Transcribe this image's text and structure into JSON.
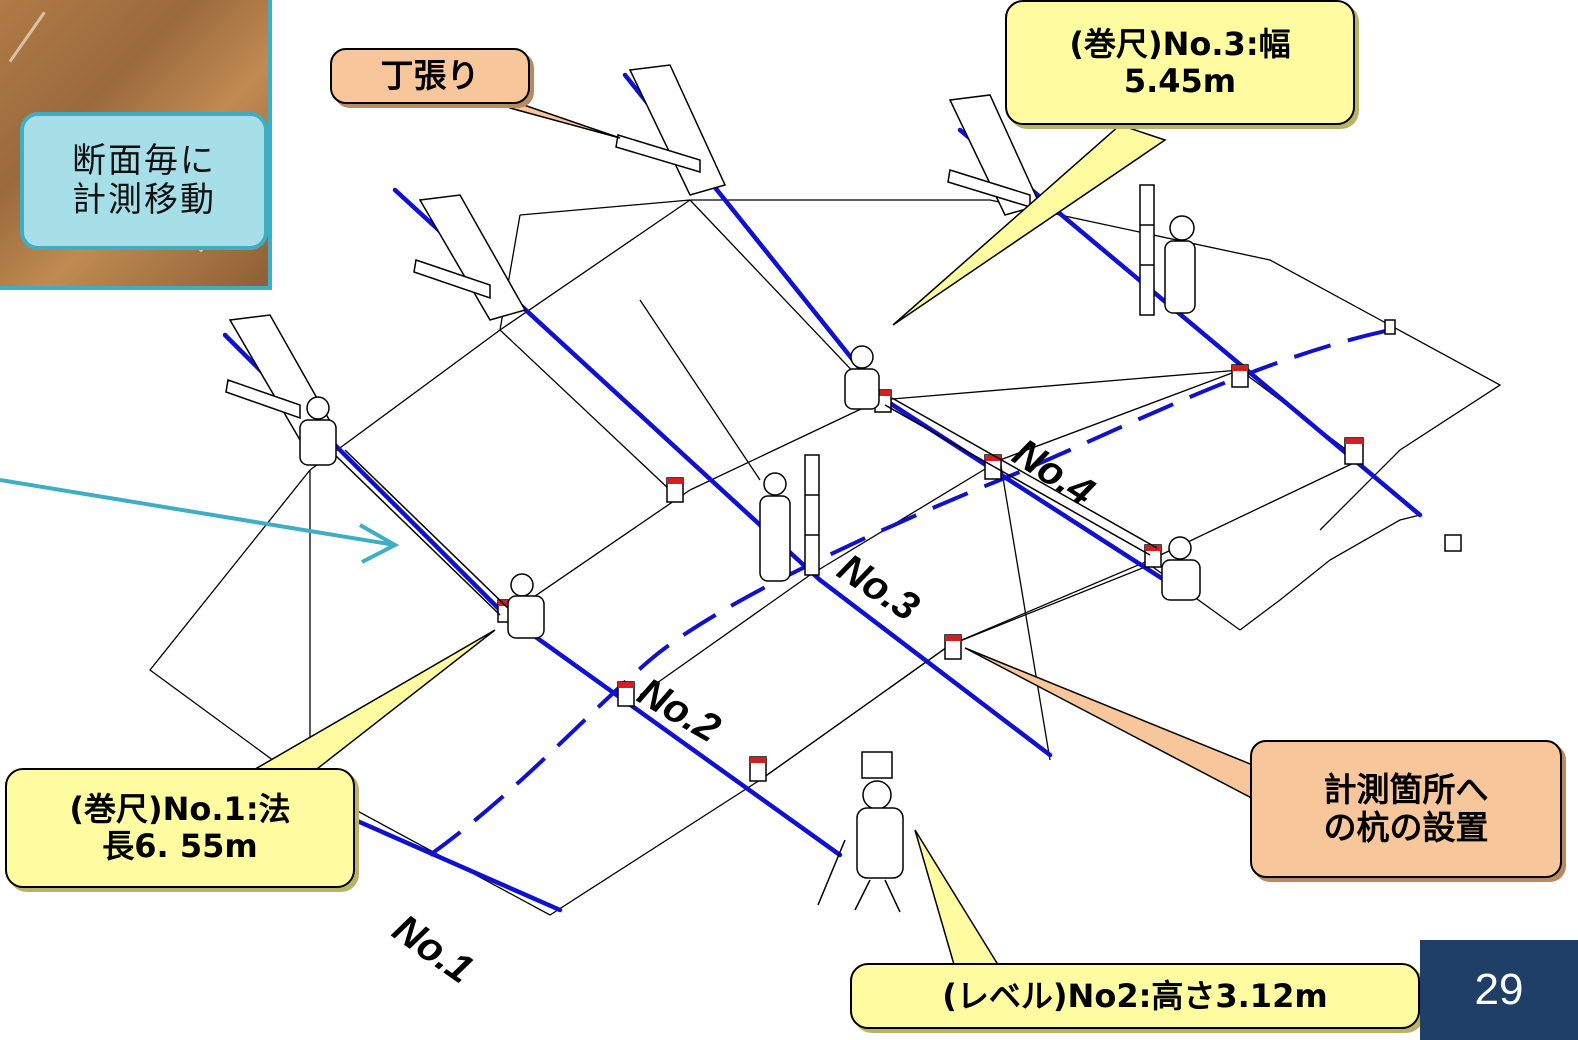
{
  "callouts": {
    "chohari": "丁張り",
    "tape_no3": "(巻尺)No.3:幅\n5.45m",
    "tape_no1": "(巻尺)No.1:法\n長6. 55m",
    "stake": "計測箇所へ\nの杭の設置",
    "level_no2": "(レベル)No2:高さ3.12m",
    "move_note": "断面毎に\n計測移動"
  },
  "sections": {
    "no1": "No.1",
    "no2": "No.2",
    "no3": "No.3",
    "no4": "No.4"
  },
  "page_number": "29",
  "colors": {
    "survey_line": "#1010d0",
    "arrow": "#3eaec5",
    "yellow_callout": "#fffba0",
    "orange_callout": "#f7c79b",
    "teal_callout": "#a7dfe9",
    "page_badge": "#1f3f66"
  }
}
